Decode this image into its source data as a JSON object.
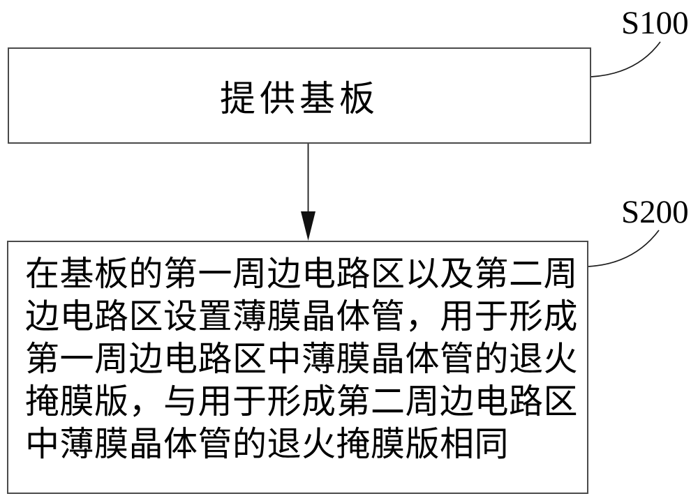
{
  "figure": {
    "type": "flowchart",
    "background_color": "#ffffff",
    "box_border_color": "#4a4a4a",
    "line_color": "#1c1c1c",
    "text_color": "#000000"
  },
  "steps": [
    {
      "label": "S100",
      "text": "提供基板"
    },
    {
      "label": "S200",
      "text": "在基板的第一周边电路区以及第二周边电路区设置薄膜晶体管，用于形成第一周边电路区中薄膜晶体管的退火掩膜版，与用于形成第二周边电路区中薄膜晶体管的退火掩膜版相同",
      "lines": [
        "在基板的第一周边电路区以及第二周",
        "边电路区设置薄膜晶体管，用于形成",
        "第一周边电路区中薄膜晶体管的退火",
        "掩膜版，与用于形成第二周边电路区",
        "中薄膜晶体管的退火掩膜版相同"
      ]
    }
  ]
}
